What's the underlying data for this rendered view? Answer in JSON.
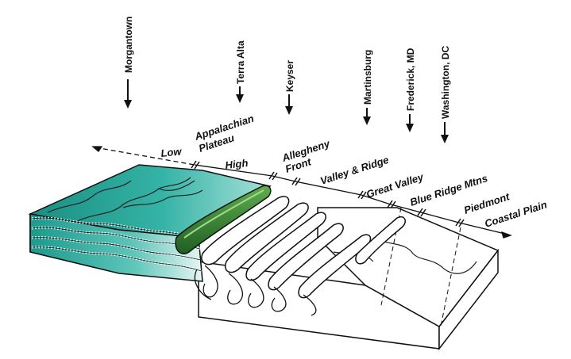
{
  "cities": [
    {
      "id": "morgantown",
      "label": "Morgantown"
    },
    {
      "id": "terra-alta",
      "label": "Terra Alta"
    },
    {
      "id": "keyser",
      "label": "Keyser"
    },
    {
      "id": "martinsburg",
      "label": "Martinsburg"
    },
    {
      "id": "frederick",
      "label": "Frederick, MD"
    },
    {
      "id": "washington",
      "label": "Washington, DC"
    }
  ],
  "provinces": {
    "appalachian_plateau_line1": "Appalachian",
    "appalachian_plateau_line2": "Plateau",
    "low": "Low",
    "high": "High",
    "allegheny_front_line1": "Allegheny",
    "allegheny_front_line2": "Front",
    "valley_ridge": "Valley & Ridge",
    "great_valley": "Great Valley",
    "blue_ridge": "Blue Ridge Mtns",
    "piedmont": "Piedmont",
    "coastal_plain": "Coastal Plain"
  },
  "colors": {
    "plateau_teal": "#1e9c8f",
    "plateau_light": "#8fd4cc",
    "allegheny_green": "#2f7d32",
    "outline": "#111111"
  }
}
